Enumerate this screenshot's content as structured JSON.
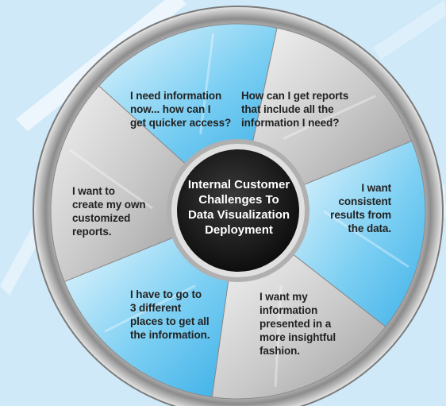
{
  "diagram": {
    "center_title": "Internal Customer\nChallenges To\nData Visualization\nDeployment",
    "segments": [
      {
        "id": "access",
        "text": "I need information\nnow... how can I\nget quicker access?",
        "highlight": true
      },
      {
        "id": "all-info",
        "text": "How can I get reports\nthat include all the\ninformation I need?",
        "highlight": false
      },
      {
        "id": "consistent",
        "text": "I want\nconsistent\nresults from\nthe data.",
        "highlight": true
      },
      {
        "id": "insightful",
        "text": "I want my\ninformation\npresented in a\nmore insightful\nfashion.",
        "highlight": false
      },
      {
        "id": "places",
        "text": "I have to go to\n3 different\nplaces to get all\nthe information.",
        "highlight": true
      },
      {
        "id": "customized",
        "text": "I want to\ncreate my own\ncustomized\nreports.",
        "highlight": false
      }
    ]
  },
  "colors": {
    "background": "#cfe9f8",
    "highlight_segment": "#5cc0ee",
    "neutral_segment": "#b7b7b7",
    "ring": "#9a9a9a",
    "center_fill": "#1c1c1c",
    "label_text": "#222222"
  }
}
